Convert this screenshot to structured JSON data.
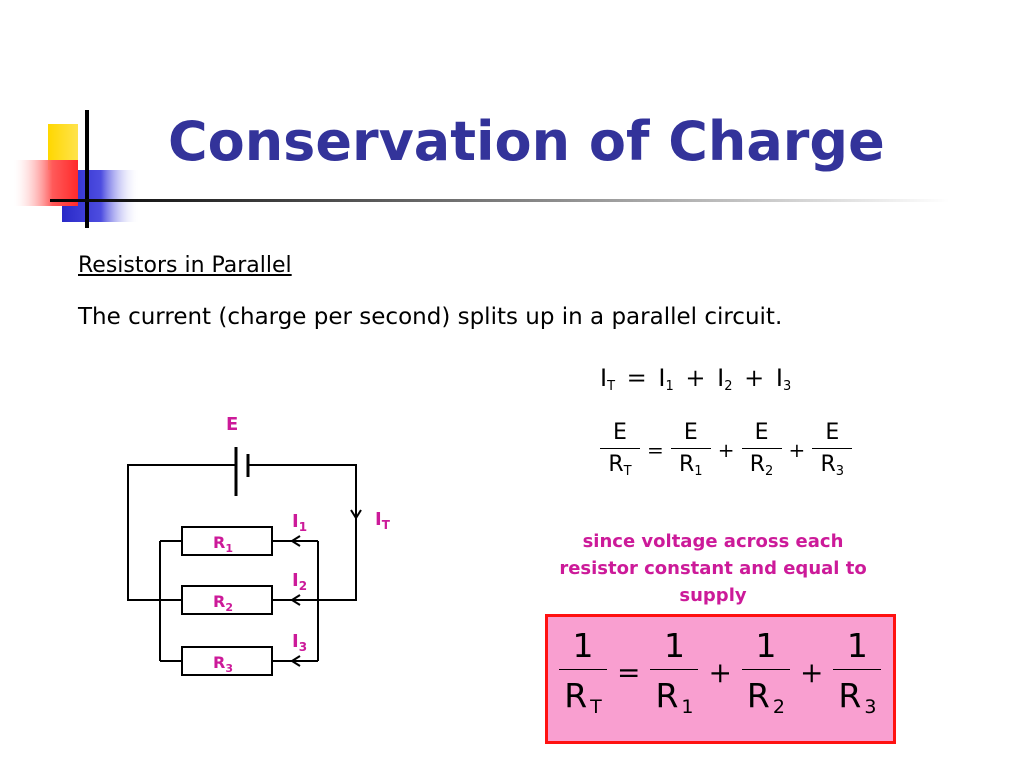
{
  "slide": {
    "title": "Conservation of Charge",
    "subheading": "Resistors in Parallel",
    "body": "The current (charge per second) splits up in a parallel circuit.",
    "note": "since voltage across each resistor constant and equal to supply"
  },
  "equation_current": {
    "terms": [
      "I",
      "I",
      "I",
      "I"
    ],
    "subscripts": [
      "T",
      "1",
      "2",
      "3"
    ],
    "equals": "=",
    "plus": "+"
  },
  "equation_voltage": {
    "numerators": [
      "E",
      "E",
      "E",
      "E"
    ],
    "denominators": [
      "R",
      "R",
      "R",
      "R"
    ],
    "subscripts": [
      "T",
      "1",
      "2",
      "3"
    ],
    "equals": "=",
    "plus": "+"
  },
  "equation_result": {
    "numerators": [
      "1",
      "1",
      "1",
      "1"
    ],
    "denominators": [
      "R",
      "R",
      "R",
      "R"
    ],
    "subscripts": [
      "T",
      "1",
      "2",
      "3"
    ],
    "equals": "=",
    "plus": "+"
  },
  "circuit": {
    "battery_label": "E",
    "total_current": {
      "symbol": "I",
      "sub": "T"
    },
    "branches": [
      {
        "resistor": "R",
        "resistor_sub": "1",
        "current": "I",
        "current_sub": "1"
      },
      {
        "resistor": "R",
        "resistor_sub": "2",
        "current": "I",
        "current_sub": "2"
      },
      {
        "resistor": "R",
        "resistor_sub": "3",
        "current": "I",
        "current_sub": "3"
      }
    ]
  },
  "colors": {
    "title": "#33339a",
    "circuit_labels": "#cc1a99",
    "result_fill": "#f99fd0",
    "result_border": "#ff1111",
    "deco_yellow": "#ffd700",
    "deco_blue": "#3333cc",
    "deco_red": "#ff3333"
  }
}
